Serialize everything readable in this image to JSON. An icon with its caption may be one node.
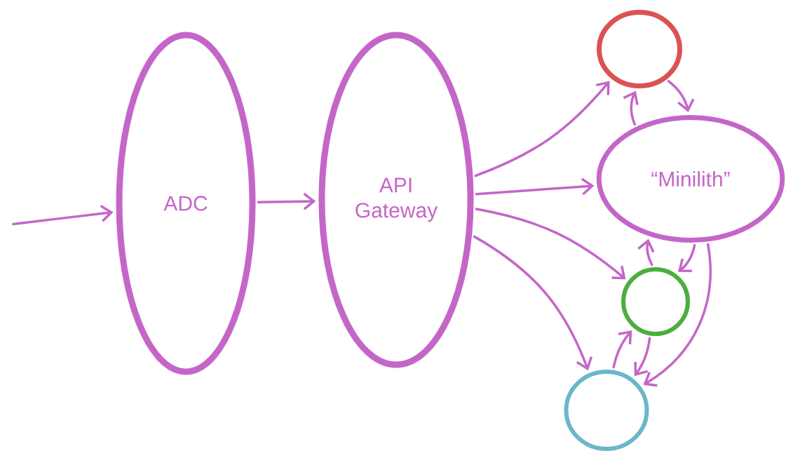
{
  "diagram": {
    "nodes": [
      {
        "text": [
          "ADC"
        ]
      },
      {
        "text": [
          "API Gateway"
        ]
      },
      {
        "text": [],
        "shape": "circle"
      },
      {
        "text": [
          "“Minilith”"
        ]
      },
      {
        "text": [],
        "shape": "circle"
      },
      {
        "text": [],
        "shape": "circle"
      }
    ],
    "edges": [
      {
        "from": null,
        "to": 0,
        "arrow": "to"
      },
      {
        "from": 0,
        "to": 1,
        "arrow": "to"
      },
      {
        "from": 1,
        "to": 2,
        "arrow": "to"
      },
      {
        "from": 1,
        "to": 3,
        "arrow": "to"
      },
      {
        "from": 1,
        "to": 4,
        "arrow": "to"
      },
      {
        "from": 1,
        "to": 5,
        "arrow": "to"
      },
      {
        "from": 2,
        "to": 3,
        "arrow": "to"
      },
      {
        "from": 3,
        "to": 2,
        "arrow": "to"
      },
      {
        "from": 4,
        "to": 3,
        "arrow": "to"
      },
      {
        "from": 3,
        "to": 4,
        "arrow": "to"
      },
      {
        "from": 4,
        "to": 5,
        "arrow": "to"
      },
      {
        "from": 5,
        "to": 4,
        "arrow": "to"
      },
      {
        "from": 3,
        "to": 5,
        "arrow": "to"
      }
    ]
  }
}
